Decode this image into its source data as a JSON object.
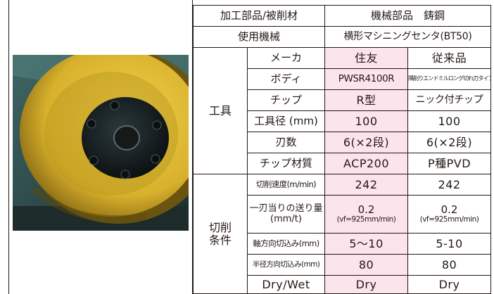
{
  "table": {
    "header": {
      "label": "加工部品/被削材",
      "value": "機械部品　鋳鋼"
    },
    "machine": {
      "label": "使用機械",
      "value": "横形マシニングセンタ(BT50)"
    },
    "tool_group": "工具",
    "tool_rows": [
      {
        "label": "メーカ",
        "sumitomo": "住友",
        "conventional": "従来品"
      },
      {
        "label": "ボディ",
        "sumitomo": "PWSR4100R",
        "conventional": "隅削りエンドミルロング切れ刃タイプ"
      },
      {
        "label": "チップ",
        "sumitomo": "R型",
        "conventional": "ニック付チップ"
      },
      {
        "label": "工具径 (mm)",
        "sumitomo": "100",
        "conventional": "100"
      },
      {
        "label": "刃数",
        "sumitomo": "6(×2段)",
        "conventional": "6(×2段)"
      },
      {
        "label": "チップ材質",
        "sumitomo": "ACP200",
        "conventional": "P種PVD"
      }
    ],
    "cond_group": "切削\n条件",
    "cond_rows": [
      {
        "label": "切削速度(m/min)",
        "sumitomo": "242",
        "conventional": "242"
      },
      {
        "label": "一刃当りの送り量\n(mm/t)",
        "sumitomo": "0.2",
        "sumitomo_sub": "(vf=925mm/min)",
        "conventional": "0.2",
        "conventional_sub": "(vf=925mm/min)"
      },
      {
        "label": "軸方向切込み(mm)",
        "sumitomo": "5～10",
        "conventional": "5-10"
      },
      {
        "label": "半径方向切込み(mm)",
        "sumitomo": "80",
        "conventional": "80"
      },
      {
        "label": "Dry/Wet",
        "sumitomo": "Dry",
        "conventional": "Dry"
      }
    ]
  },
  "colors": {
    "highlight": "#fce4ec",
    "border": "#231815",
    "wheel": "#d9b52e",
    "background_machine": "#31504f"
  }
}
